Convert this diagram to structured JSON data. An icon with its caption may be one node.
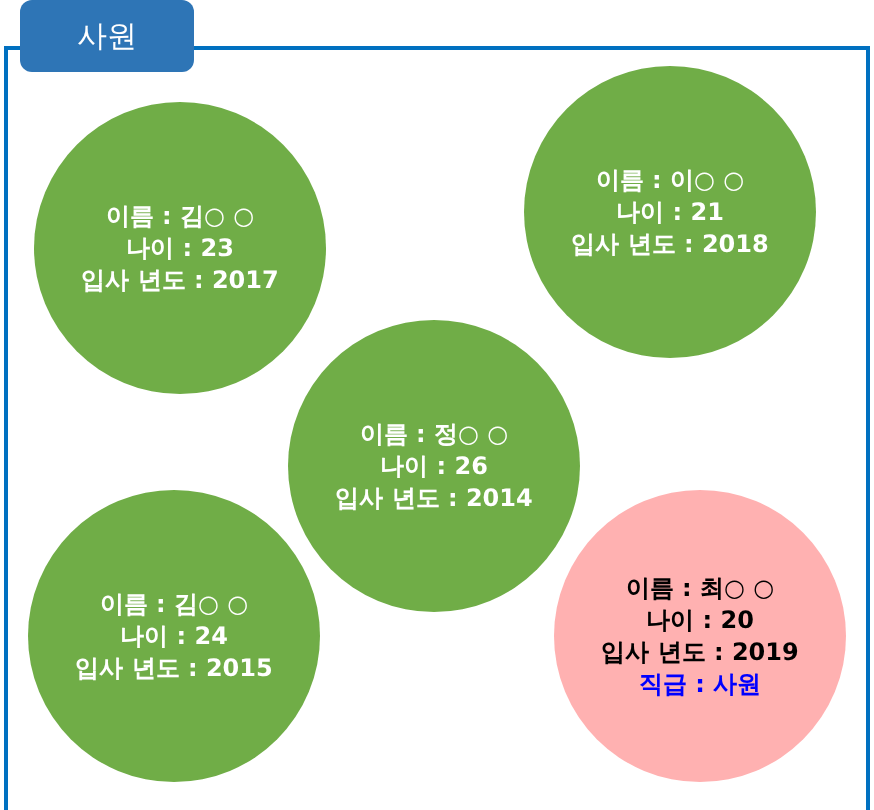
{
  "diagram": {
    "nodes": [
      {
        "text": [
          "사원"
        ]
      },
      {
        "text": [
          "이름 : 김○ ○",
          "나이 : 23",
          "입사 년도 : 2017"
        ],
        "in": 0
      },
      {
        "text": [
          "이름 : 이○ ○",
          "나이 : 21",
          "입사 년도 : 2018"
        ],
        "in": 0
      },
      {
        "text": [
          "이름 : 정○ ○",
          "나이 : 26",
          "입사 년도 : 2014"
        ],
        "in": 0
      },
      {
        "text": [
          "이름 : 김○ ○",
          "나이 : 24",
          "입사 년도 : 2015"
        ],
        "in": 0
      },
      {
        "text": [
          "이름 : 최○ ○",
          "나이 : 20",
          "입사 년도 : 2019",
          "직급 : 사원"
        ],
        "in": 0
      }
    ]
  }
}
